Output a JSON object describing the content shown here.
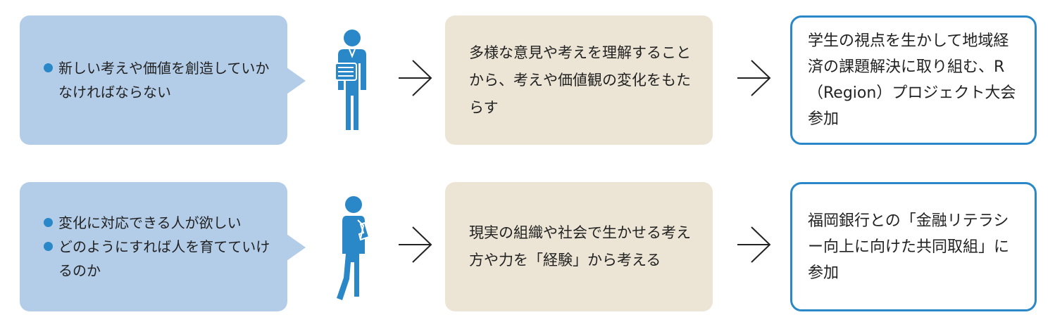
{
  "colors": {
    "bubble": "#b3cde9",
    "bullet_dot": "#2a88c8",
    "figure": "#2a88c8",
    "middle_box": "#ece5d5",
    "result_border": "#2a88c8",
    "arrow": "#222222"
  },
  "rows": [
    {
      "bubble_bullets": [
        "新しい考えや価値を創造していかなければならない"
      ],
      "figure_icon": "standing-person-holding-book-icon",
      "middle_text": "多様な意見や考えを理解することから、考えや価値観の変化をもたらす",
      "result_text": "学生の視点を生かして地域経済の課題解決に取り組む、R（Region）プロジェクト大会参加"
    },
    {
      "bubble_bullets": [
        "変化に対応できる人が欲しい",
        "どのようにすれば人を育てていけるのか"
      ],
      "figure_icon": "thinking-person-icon",
      "middle_text": "現実の組織や社会で生かせる考え方や力を「経験」から考える",
      "result_text": "福岡銀行との「金融リテラシー向上に向けた共同取組」に参加"
    }
  ]
}
